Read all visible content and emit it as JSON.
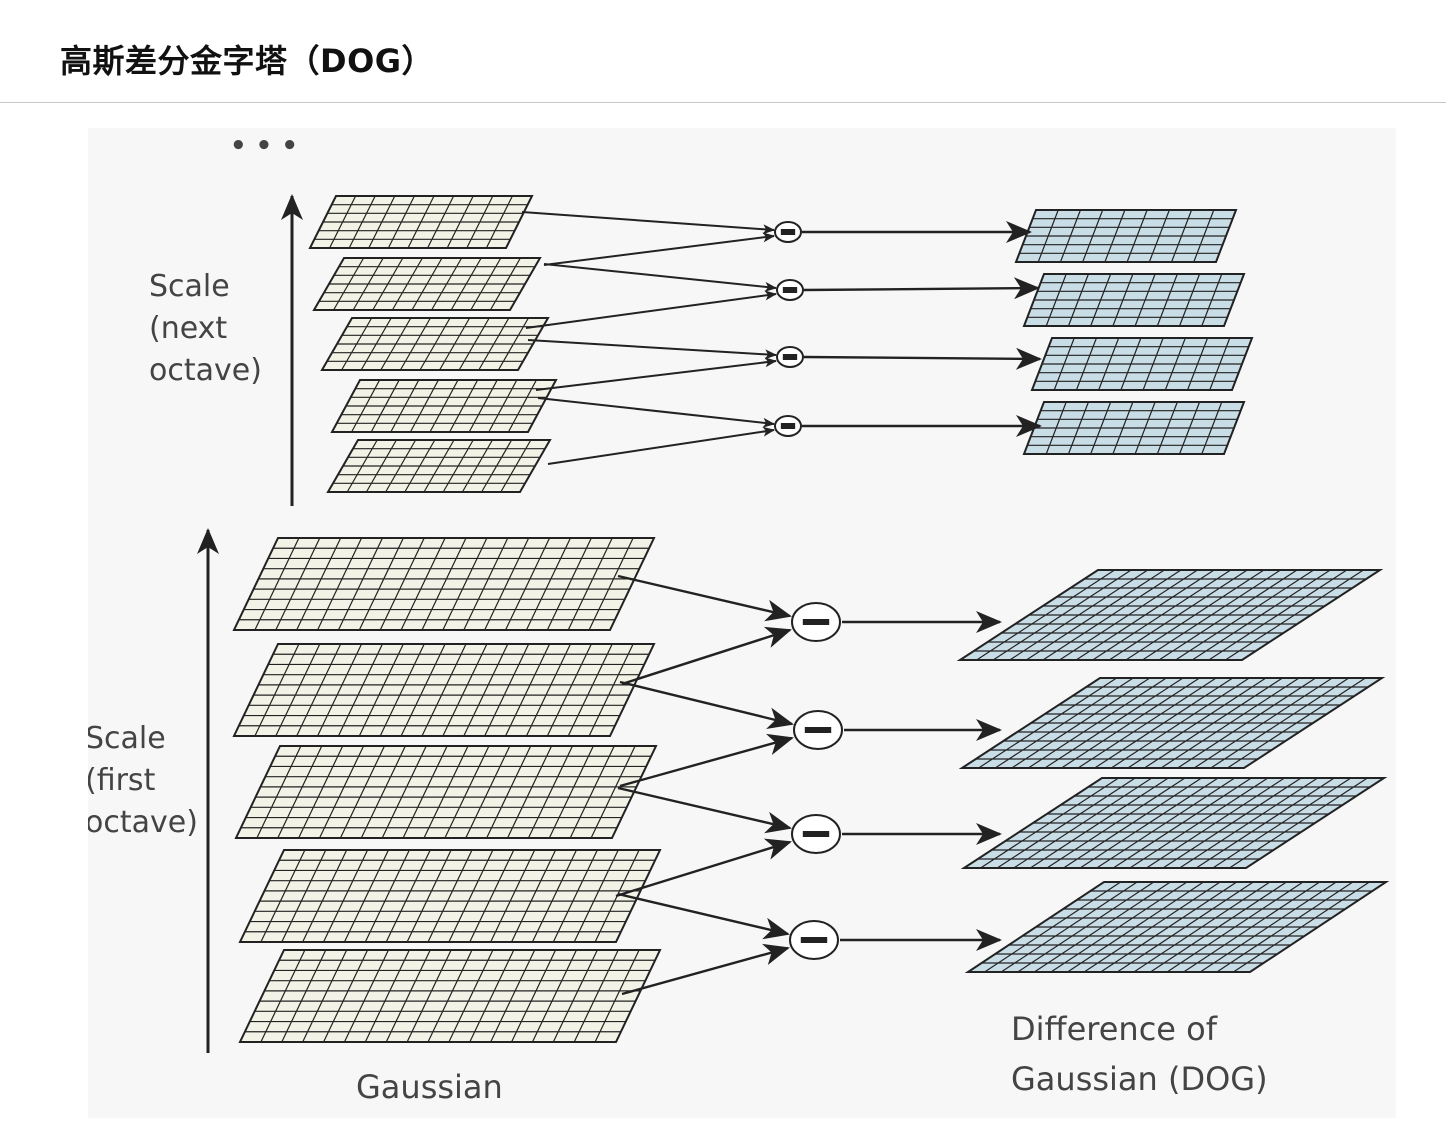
{
  "page": {
    "title": "高斯差分金字塔（DOG）"
  },
  "diagram": {
    "ellipsis": "• • •",
    "next_octave_label": [
      "Scale",
      "(next",
      "octave)"
    ],
    "first_octave_label": [
      "Scale",
      "(first",
      "octave)"
    ],
    "gaussian_label": "Gaussian",
    "dog_label": [
      "Difference of",
      "Gaussian (DOG)"
    ],
    "minus_symbol": "minus-icon",
    "colors": {
      "gaussian_grid_fill": "#f2f2e6",
      "dog_grid_fill": "#c9dde6",
      "line": "#222222",
      "text": "#444444"
    }
  }
}
